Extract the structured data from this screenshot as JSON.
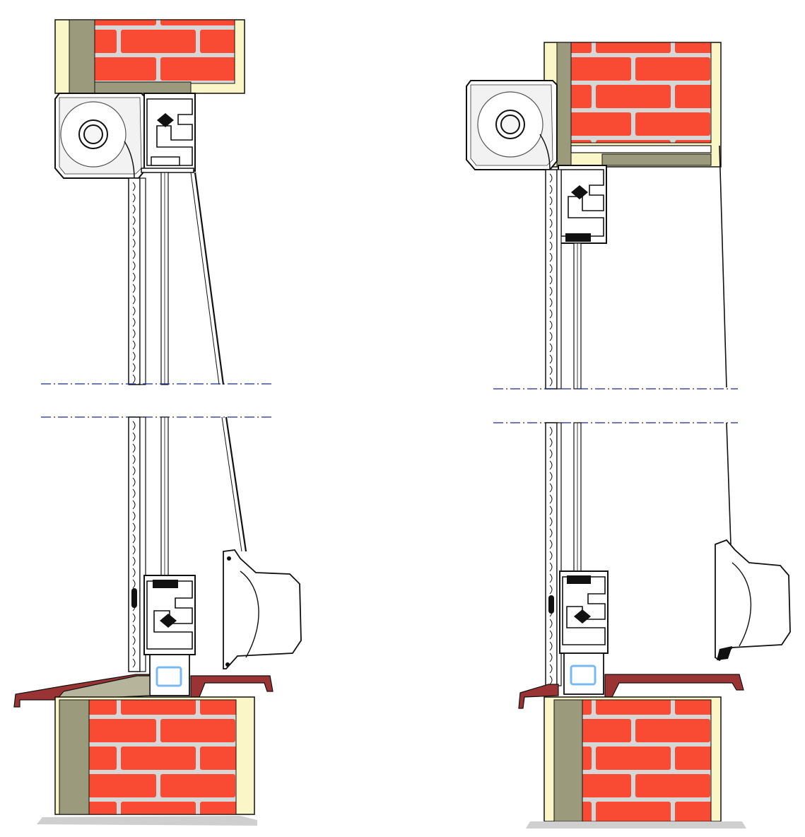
{
  "diagram": {
    "description_visible_text": "",
    "colors": {
      "brick": "#f94b33",
      "mortar": "#d6d6d6",
      "cream": "#fbf6c8",
      "insulation": "#9b9a7c",
      "screed": "#b6b49a",
      "sill": "#9a3434",
      "ground": "#cfcfcf",
      "outline": "#111111",
      "break_line": "#1c2a8a",
      "glass_blue": "#7ab8f0"
    },
    "sections": [
      {
        "id": "left",
        "variant": "box-below-lintel"
      },
      {
        "id": "right",
        "variant": "box-beside-lintel"
      }
    ]
  }
}
